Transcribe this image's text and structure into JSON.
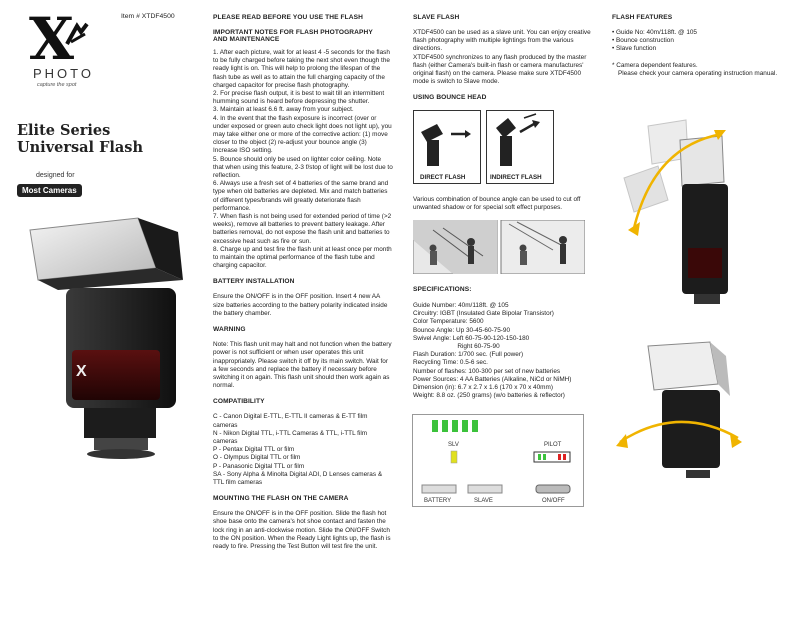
{
  "left": {
    "item": "Item # XTDF4500",
    "logo_letter": "X",
    "logo_photo": "PHOTO",
    "logo_tagline": "capture the spot",
    "title1": "Elite Series",
    "title2": "Universal Flash",
    "designed_for": "designed for",
    "badge": "Most Cameras",
    "flash_logo": "X"
  },
  "col1": {
    "heading": "PLEASE READ BEFORE YOU USE THE FLASH",
    "notes_heading1": "IMPORTANT NOTES FOR FLASH PHOTOGRAPHY",
    "notes_heading2": "AND MAINTENANCE",
    "notes": [
      "1. After each picture, wait for at least 4 -5 seconds for the flash to be fully charged before taking the next shot even though the ready light is on. This will help to prolong the lifespan of the flash tube as well as to attain the full charging capacity of the charged capacitor for precise flash photography.",
      "2. For precise flash output, it is best to wait till an intermittent humming sound is heard before depressing the shutter.",
      "3. Maintain at least 6.6 ft. away from your subject.",
      "4. In the event that the flash exposure is incorrect (over or under exposed or green auto check light does not light up), you may take either one or more of the corrective action: (1) move closer to the object (2) re-adjust your bounce angle (3) Increase ISO setting.",
      "5. Bounce should only be used on lighter color ceiling. Note that when using this feature, 2-3 f/stop of light will be lost due to reflection.",
      "6. Always use a fresh set of 4 batteries of the same brand and type when old batteries are depleted. Mix and match batteries of different types/brands will greatly deteriorate flash performance.",
      "7. When flash is not being used for extended period of time (>2 weeks), remove all batteries to prevent battery leakage. After batteries removal, do not expose the flash unit and batteries to excessive heat such as fire or sun.",
      "8. Charge up and test fire the flash unit at least once per month to maintain the optimal performance of the flash tube and charging capacitor."
    ],
    "battery_heading": "BATTERY INSTALLATION",
    "battery_text": "Ensure the ON/OFF is in the OFF position. Insert 4 new AA size batteries according to the battery polarity indicated inside the battery chamber.",
    "warning_heading": "WARNING",
    "warning_text": "Note:  This flash unit may halt and not function when the battery power is not sufficient or when user operates this unit inappropriately. Please switch it off by its main switch. Wait for a few seconds and replace the battery if necessary before switching it on again. This flash unit should then work again as normal.",
    "compat_heading": "COMPATIBILITY",
    "compat": [
      "C - Canon Digital E-TTL, E-TTL II cameras & E-TT film cameras",
      "N - Nikon Digital TTL, i-TTL Cameras & TTL, i-TTL film cameras",
      "P - Pentax Digital TTL or film",
      "O - Olympus Digital TTL or film",
      "P - Panasonic Digital TTL or film",
      "SA - Sony Alpha & Minolta Digital ADI, D Lenses cameras & TTL film cameras"
    ],
    "mount_heading": "MOUNTING THE FLASH ON THE CAMERA",
    "mount_text": "Ensure the ON/OFF is in the OFF position. Slide the flash hot shoe base onto the camera's hot shoe contact and fasten the lock ring in an anti-clockwise motion. Slide the ON/OFF Switch to the ON position. When the Ready Light lights up, the flash is ready to fire. Pressing the Test Button will test fire the unit."
  },
  "col2": {
    "slave_heading": "SLAVE FLASH",
    "slave_text1": "XTDF4500 can be used as a slave unit. You can enjoy creative flash photography with multiple lightings from the various directions.",
    "slave_text2": "XTDF4500 synchronizes to any flash produced by the master flash (either Camera's built-in flash or camera manufactures' original flash) on the camera. Please make sure XTDF4500 mode is switch to Slave mode.",
    "bounce_heading": "USING BOUNCE HEAD",
    "direct_label": "DIRECT FLASH",
    "indirect_label": "INDIRECT FLASH",
    "bounce_caption": "Various combination of bounce angle can be used to cut off unwanted shadow or for special soft effect purposes.",
    "spec_heading": "SPECIFICATIONS:",
    "specs": [
      "Guide Number: 40m/118ft. @ 105",
      "Circuitry: IGBT (Insulated Gate Bipolar Transistor)",
      "Color Temperature: 5600",
      "Bounce Angle: Up 30-45-60-75-90",
      "Swivel Angle: Left 60-75-90-120-150-180",
      "                         Right 60-75-90",
      "Flash Duration: 1/700 sec. (Full power)",
      "Recycling Time: 0.5-6 sec.",
      "Number of flashes: 100-300 per set of new batteries",
      "Power Sources: 4 AA Batteries (Alkaline, NiCd or NiMH)",
      "Dimension (in): 6.7 x 2.7 x 1.6 (170 x 70 x 40mm)",
      "Weight: 8.8 oz. (250 grams) (w/o batteries & reflector)"
    ],
    "panel": {
      "slv": "SLV",
      "pilot": "PILOT",
      "battery": "BATTERY",
      "slave": "SLAVE",
      "onoff": "ON/OFF"
    }
  },
  "col3": {
    "features_heading": "FLASH FEATURES",
    "features": [
      "• Guide No: 40m/118ft. @ 105",
      "• Bounce construction",
      "• Slave function"
    ],
    "note1": "* Camera dependent features.",
    "note2": "Please check your camera operating instruction manual."
  },
  "colors": {
    "led_green": "#3cc23c",
    "led_yellow": "#e0e020",
    "arrow_yellow": "#f0b400",
    "led_red": "#d22"
  }
}
